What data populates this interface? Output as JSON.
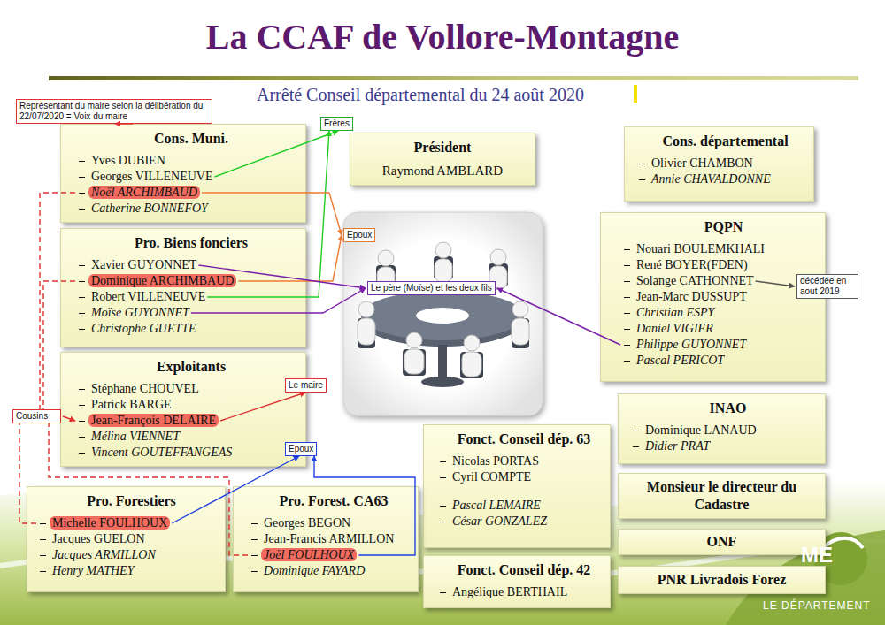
{
  "diagram": {
    "title": "La CCAF de Vollore-Montagne",
    "nodes": [
      {
        "text": [
          "Représentant du maire selon la délibération du 22/07/2020 = Voix du maire"
        ]
      },
      {
        "text": [
          "Cons. Muni."
        ]
      },
      {
        "text": [
          "Yves DUBIEN"
        ],
        "in": 1
      },
      {
        "text": [
          "Georges VILLENEUVE"
        ],
        "in": 1
      },
      {
        "text": [
          "Noël ARCHIMBAUD"
        ],
        "in": 1
      },
      {
        "text": [
          "Catherine BONNEFOY"
        ],
        "in": 1
      },
      {
        "text": [
          "Frères"
        ]
      },
      {
        "text": [
          "Président",
          "Raymond AMBLARD"
        ]
      },
      {
        "text": [
          "Cons. départemental"
        ]
      },
      {
        "text": [
          "Olivier CHAMBON"
        ],
        "in": 8
      },
      {
        "text": [
          "Annie CHAVALDONNE"
        ],
        "in": 8
      },
      {
        "text": [
          "Pro. Biens fonciers"
        ]
      },
      {
        "text": [
          "Xavier GUYONNET"
        ],
        "in": 11
      },
      {
        "text": [
          "Dominique ARCHIMBAUD"
        ],
        "in": 11
      },
      {
        "text": [
          "Robert VILLENEUVE"
        ],
        "in": 11
      },
      {
        "text": [
          "Moïse GUYONNET"
        ],
        "in": 11
      },
      {
        "text": [
          "Christophe GUETTE"
        ],
        "in": 11
      },
      {
        "text": [
          "Epoux"
        ]
      },
      {
        "text": [
          "Le père (Moïse) et les deux fils"
        ]
      },
      {
        "text": [
          "PQPN"
        ]
      },
      {
        "text": [
          "Nouari BOULEMKHALI"
        ],
        "in": 19
      },
      {
        "text": [
          "René BOYER(FDEN)"
        ],
        "in": 19
      },
      {
        "text": [
          "Solange CATHONNET"
        ],
        "in": 19
      },
      {
        "text": [
          "Jean-Marc DUSSUPT"
        ],
        "in": 19
      },
      {
        "text": [
          "Christian ESPY"
        ],
        "in": 19
      },
      {
        "text": [
          "Daniel VIGIER"
        ],
        "in": 19
      },
      {
        "text": [
          "Philippe GUYONNET"
        ],
        "in": 19
      },
      {
        "text": [
          "Pascal PERICOT"
        ],
        "in": 19
      },
      {
        "text": [
          "décédée en aout 2019"
        ]
      },
      {
        "text": [
          "Exploitants"
        ]
      },
      {
        "text": [
          "Stéphane CHOUVEL"
        ],
        "in": 29
      },
      {
        "text": [
          "Patrick BARGE"
        ],
        "in": 29
      },
      {
        "text": [
          "Jean-François DELAIRE"
        ],
        "in": 29
      },
      {
        "text": [
          "Mélina VIENNET"
        ],
        "in": 29
      },
      {
        "text": [
          "Vincent GOUTEFFANGEAS"
        ],
        "in": 29
      },
      {
        "text": [
          "Le maire"
        ]
      },
      {
        "text": [
          "Cousins"
        ]
      },
      {
        "text": [
          "INAO"
        ]
      },
      {
        "text": [
          "Dominique LANAUD"
        ],
        "in": 37
      },
      {
        "text": [
          "Didier PRAT"
        ],
        "in": 37
      },
      {
        "text": [
          "Epoux"
        ]
      },
      {
        "text": [
          "Fonct. Conseil dép. 63"
        ]
      },
      {
        "text": [
          "Nicolas PORTAS"
        ],
        "in": 41
      },
      {
        "text": [
          "Cyril COMPTE"
        ],
        "in": 41
      },
      {
        "text": [
          "Pascal LEMAIRE"
        ],
        "in": 41
      },
      {
        "text": [
          "César GONZALEZ"
        ],
        "in": 41
      },
      {
        "text": [
          "Monsieur le directeur du Cadastre"
        ]
      },
      {
        "text": [
          "Pro. Forestiers"
        ]
      },
      {
        "text": [
          "Michelle FOULHOUX"
        ],
        "in": 47
      },
      {
        "text": [
          "Jacques GUELON"
        ],
        "in": 47
      },
      {
        "text": [
          "Jacques ARMILLON"
        ],
        "in": 47
      },
      {
        "text": [
          "Henry MATHEY"
        ],
        "in": 47
      },
      {
        "text": [
          "Pro. Forest. CA63"
        ]
      },
      {
        "text": [
          "Georges BEGON"
        ],
        "in": 52
      },
      {
        "text": [
          "Jean-Francis ARMILLON"
        ],
        "in": 52
      },
      {
        "text": [
          "Joël FOULHOUX"
        ],
        "in": 52
      },
      {
        "text": [
          "Dominique FAYARD"
        ],
        "in": 52
      },
      {
        "text": [
          "ONF"
        ]
      },
      {
        "text": [
          "Fonct. Conseil dép. 42"
        ]
      },
      {
        "text": [
          "Angélique BERTHAIL"
        ],
        "in": 58
      },
      {
        "text": [
          "PNR Livradois Forez"
        ]
      }
    ],
    "edges": [
      {
        "from": 1,
        "to": 0,
        "arrow": "to"
      },
      {
        "from": 3,
        "to": 6,
        "arrow": "to"
      },
      {
        "from": 14,
        "to": 6,
        "arrow": "to"
      },
      {
        "from": 4,
        "to": 17,
        "arrow": "to"
      },
      {
        "from": 13,
        "to": 17,
        "arrow": "to"
      },
      {
        "from": 12,
        "to": 18,
        "arrow": "to"
      },
      {
        "from": 15,
        "to": 18,
        "arrow": "to"
      },
      {
        "from": 26,
        "to": 18,
        "arrow": "to"
      },
      {
        "from": 22,
        "to": 28,
        "arrow": "to"
      },
      {
        "from": 32,
        "to": 35,
        "arrow": "to"
      },
      {
        "from": 4,
        "to": 36,
        "arrow": "none"
      },
      {
        "from": 13,
        "to": 36,
        "arrow": "none"
      },
      {
        "from": 36,
        "to": 32,
        "arrow": "to"
      },
      {
        "from": 48,
        "to": 36,
        "arrow": "none"
      },
      {
        "from": 55,
        "to": 36,
        "arrow": "none"
      },
      {
        "from": 48,
        "to": 40,
        "arrow": "to"
      },
      {
        "from": 55,
        "to": 40,
        "arrow": "to"
      }
    ],
    "labels": [
      "Arrêté Conseil départemental du 24 août 2020",
      "ME",
      "LE DÉPARTEMENT"
    ]
  }
}
